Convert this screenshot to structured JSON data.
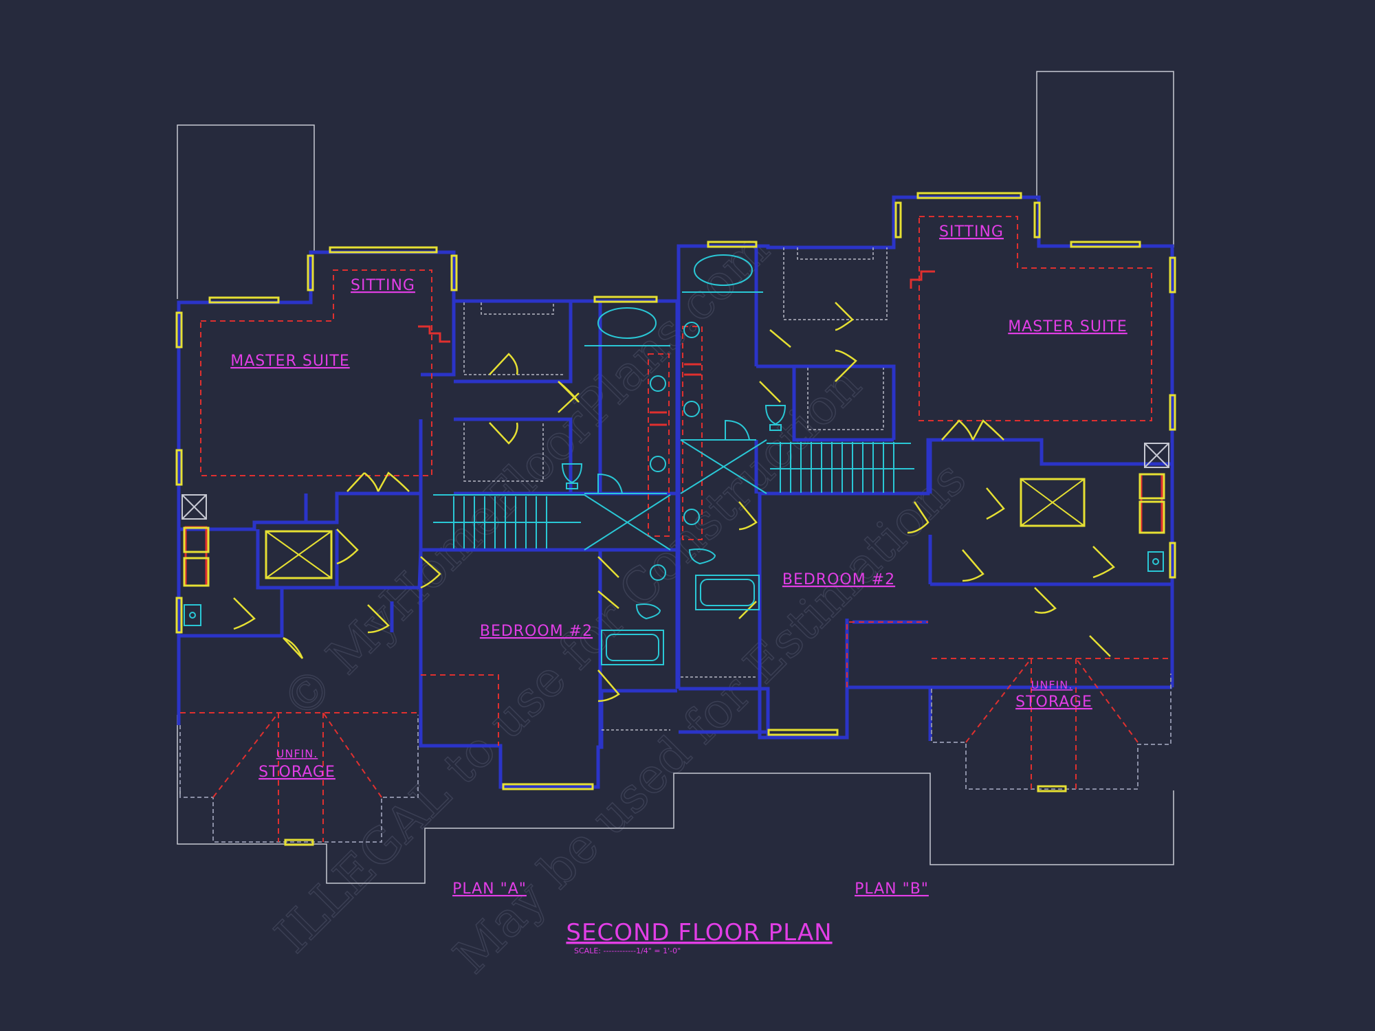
{
  "drawing": {
    "title": "SECOND FLOOR PLAN",
    "scale": "SCALE: ------------1/4\" = 1'-0\"",
    "plan_a_label": "PLAN \"A\"",
    "plan_b_label": "PLAN \"B\""
  },
  "rooms": {
    "a_sitting": "SITTING",
    "a_master": "MASTER SUITE",
    "a_bedroom": "BEDROOM #2",
    "a_unfin": "UNFIN.",
    "a_storage": "STORAGE",
    "b_sitting": "SITTING",
    "b_master": "MASTER SUITE",
    "b_bedroom": "BEDROOM #2",
    "b_unfin": "UNFIN.",
    "b_storage": "STORAGE"
  },
  "watermark": {
    "line1": "© MyHomeFloorPlans.com",
    "line2": "ILLEGAL to use for Construction",
    "line3": "May be used for Estimations"
  },
  "colors": {
    "background": "#262a3d",
    "walls": "#2b34c8",
    "labels": "#e23ee6",
    "windows": "#e6e033",
    "fixtures": "#2ac8d6",
    "dashed": "#e0302f",
    "outline": "#c7c9d3"
  }
}
